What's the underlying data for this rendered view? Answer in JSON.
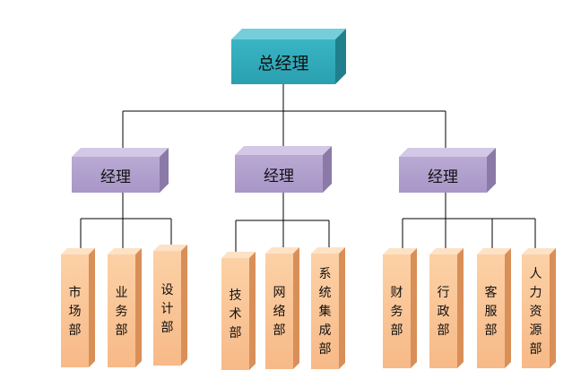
{
  "top": {
    "label": "总经理"
  },
  "managers": [
    {
      "label": "经理",
      "departments": [
        "市场部",
        "业务部",
        "设计部"
      ]
    },
    {
      "label": "经理",
      "departments": [
        "技术部",
        "网络部",
        "系统集成部"
      ]
    },
    {
      "label": "经理",
      "departments": [
        "财务部",
        "行政部",
        "客服部",
        "人力资源部"
      ]
    }
  ],
  "colors": {
    "top_box": "#2fa8b8",
    "manager_box": "#b3a2cf",
    "department_box": "#f9c295",
    "lines": "#000000"
  }
}
